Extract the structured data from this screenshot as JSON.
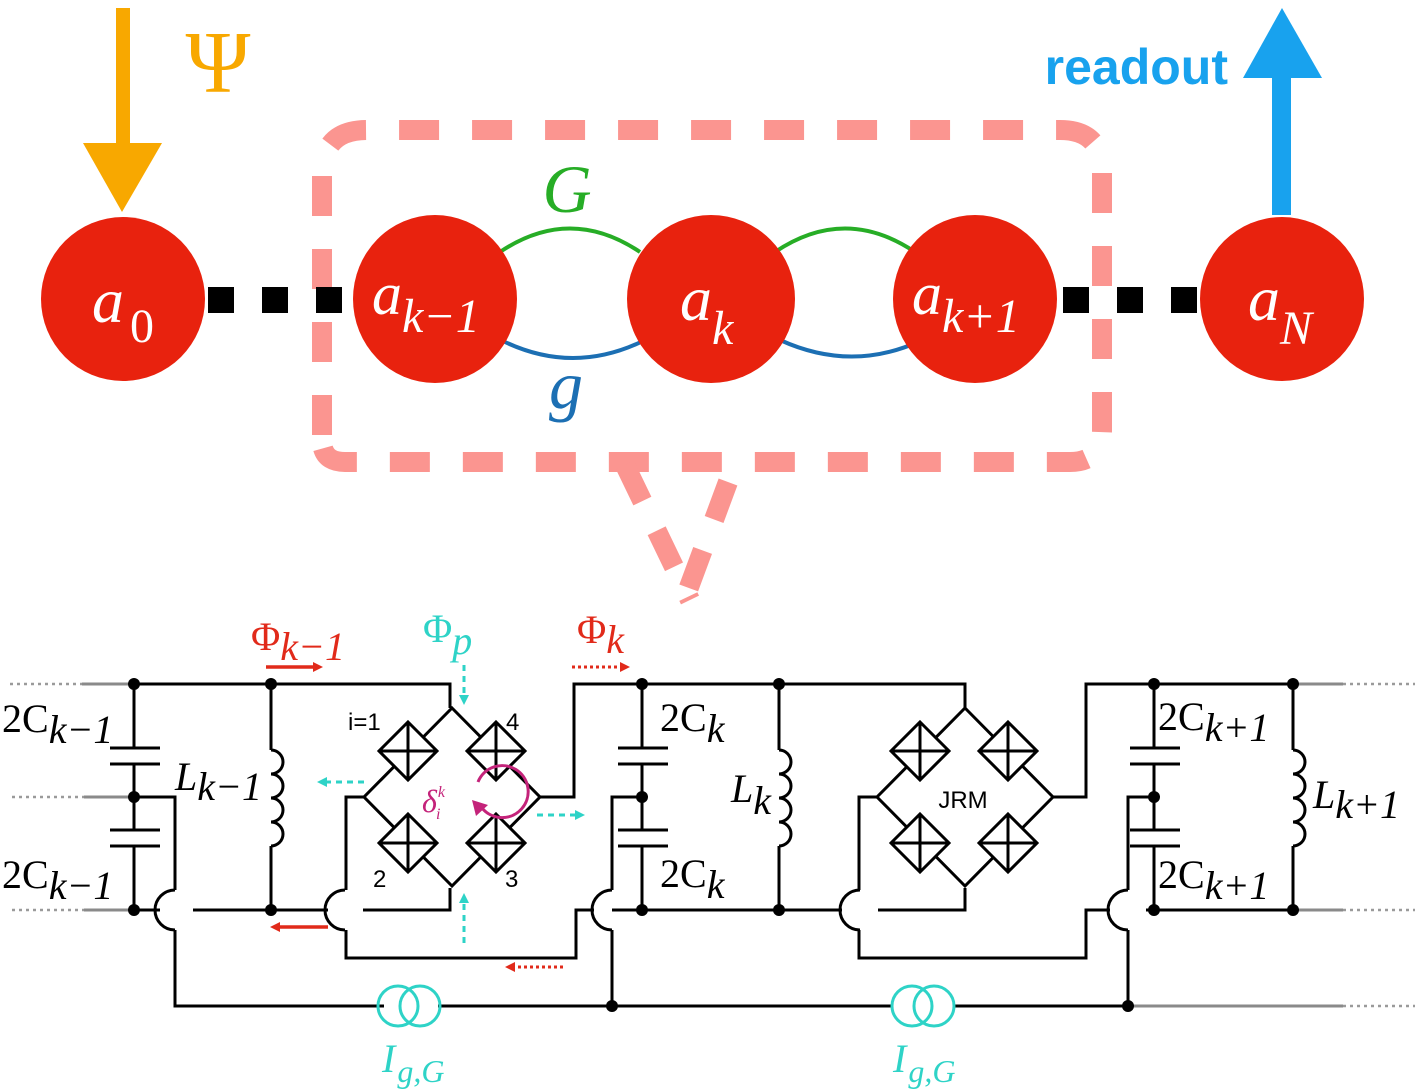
{
  "colors": {
    "mode_fill": "#e8220e",
    "mode_label": "#ffffff",
    "drive": "#f8a800",
    "readout": "#18a2ee",
    "highlight_box": "#fb9590",
    "coupling_G": "#27ad26",
    "coupling_g": "#1c6fb3",
    "flux_red": "#e12a1a",
    "pump_cyan": "#2ed3c7",
    "phase_magenta": "#c4237a",
    "wire": "#000000"
  },
  "chain": {
    "drive_label": "Ψ",
    "readout_label": "readout",
    "modes": [
      {
        "base": "a",
        "sub": "0"
      },
      {
        "base": "a",
        "sub": "k−1"
      },
      {
        "base": "a",
        "sub": "k"
      },
      {
        "base": "a",
        "sub": "k+1"
      },
      {
        "base": "a",
        "sub": "N"
      }
    ],
    "coupling_upper": "G",
    "coupling_lower": "g"
  },
  "circuit": {
    "flux_labels": [
      {
        "base": "Φ",
        "sub": "k−1"
      },
      {
        "base": "Φ",
        "sub": "p"
      },
      {
        "base": "Φ",
        "sub": "k"
      }
    ],
    "capacitor_labels": [
      {
        "base": "2C",
        "sub": "k−1"
      },
      {
        "base": "2C",
        "sub": "k−1"
      },
      {
        "base": "2C",
        "sub": "k"
      },
      {
        "base": "2C",
        "sub": "k"
      },
      {
        "base": "2C",
        "sub": "k+1"
      },
      {
        "base": "2C",
        "sub": "k+1"
      }
    ],
    "inductor_labels": [
      {
        "base": "L",
        "sub": "k−1"
      },
      {
        "base": "L",
        "sub": "k"
      },
      {
        "base": "L",
        "sub": "k+1"
      }
    ],
    "junction_indices": [
      "i=1",
      "2",
      "3",
      "4"
    ],
    "phase_label": {
      "base": "δ",
      "sup": "k",
      "sub": "i"
    },
    "jrm_label": "JRM",
    "current_source_labels": [
      {
        "base": "I",
        "sub": "g,G"
      },
      {
        "base": "I",
        "sub": "g,G"
      }
    ]
  }
}
